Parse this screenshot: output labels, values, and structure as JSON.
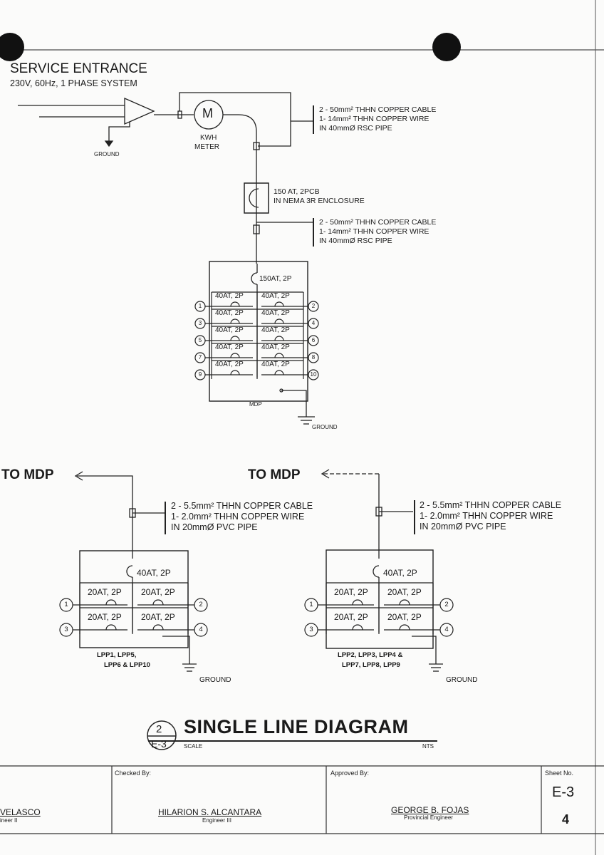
{
  "service": {
    "title": "SERVICE ENTRANCE",
    "system": "230V, 60Hz, 1 PHASE SYSTEM",
    "ground": "GROUND",
    "meter_symbol": "M",
    "meter_label_1": "KWH",
    "meter_label_2": "METER"
  },
  "feeder_top": {
    "line1": "2 - 50mm² THHN COPPER CABLE",
    "line2": "1- 14mm² THHN COPPER WIRE",
    "line3": "IN 40mmØ  RSC PIPE"
  },
  "breaker_main": {
    "line1": "150 AT, 2PCB",
    "line2": "IN NEMA 3R ENCLOSURE"
  },
  "feeder_mid": {
    "line1": "2 - 50mm² THHN COPPER CABLE",
    "line2": "1- 14mm² THHN COPPER WIRE",
    "line3": "IN 40mmØ  RSC PIPE"
  },
  "mdp": {
    "main": "150AT, 2P",
    "breakers": [
      {
        "left": "40AT, 2P",
        "right": "40AT, 2P"
      },
      {
        "left": "40AT, 2P",
        "right": "40AT, 2P"
      },
      {
        "left": "40AT, 2P",
        "right": "40AT, 2P"
      },
      {
        "left": "40AT, 2P",
        "right": "40AT, 2P"
      },
      {
        "left": "40AT, 2P",
        "right": "40AT, 2P"
      }
    ],
    "circuits_left": [
      "1",
      "3",
      "5",
      "7",
      "9"
    ],
    "circuits_right": [
      "2",
      "4",
      "6",
      "8",
      "10"
    ],
    "label": "MDP",
    "ground": "GROUND"
  },
  "panels": [
    {
      "to_mdp": "TO MDP",
      "feeder": {
        "line1": "2 - 5.5mm² THHN COPPER CABLE",
        "line2": "1- 2.0mm² THHN COPPER WIRE",
        "line3": "IN 20mmØ  PVC PIPE"
      },
      "main": "40AT, 2P",
      "breakers": [
        {
          "left": "20AT, 2P",
          "right": "20AT, 2P"
        },
        {
          "left": "20AT, 2P",
          "right": "20AT, 2P"
        }
      ],
      "circuits_left": [
        "1",
        "3"
      ],
      "circuits_right": [
        "2",
        "4"
      ],
      "label_1": "LPP1, LPP5,",
      "label_2": "LPP6 & LPP10",
      "ground": "GROUND"
    },
    {
      "to_mdp": "TO MDP",
      "feeder": {
        "line1": "2 - 5.5mm² THHN COPPER CABLE",
        "line2": "1- 2.0mm² THHN COPPER WIRE",
        "line3": "IN 20mmØ  PVC PIPE"
      },
      "main": "40AT, 2P",
      "breakers": [
        {
          "left": "20AT, 2P",
          "right": "20AT, 2P"
        },
        {
          "left": "20AT, 2P",
          "right": "20AT, 2P"
        }
      ],
      "circuits_left": [
        "1",
        "3"
      ],
      "circuits_right": [
        "2",
        "4"
      ],
      "label_1": "LPP2, LPP3, LPP4 &",
      "label_2": "LPP7, LPP8, LPP9",
      "ground": "GROUND"
    }
  ],
  "diagram_title": {
    "number": "2",
    "sheet_ref": "E-3",
    "title": "SINGLE LINE DIAGRAM",
    "scale_label": "SCALE",
    "scale_value": "NTS"
  },
  "title_block": {
    "prepared_name": "VELASCO",
    "prepared_role": "ineer II",
    "checked_label": "Checked By:",
    "checked_name": "HILARION S. ALCANTARA",
    "checked_role": "Engineer III",
    "approved_label": "Approved By:",
    "approved_name": "GEORGE B. FOJAS",
    "approved_role": "Provincial Engineer",
    "sheet_label": "Sheet No.",
    "sheet_code": "E-3",
    "sheet_number": "4"
  }
}
